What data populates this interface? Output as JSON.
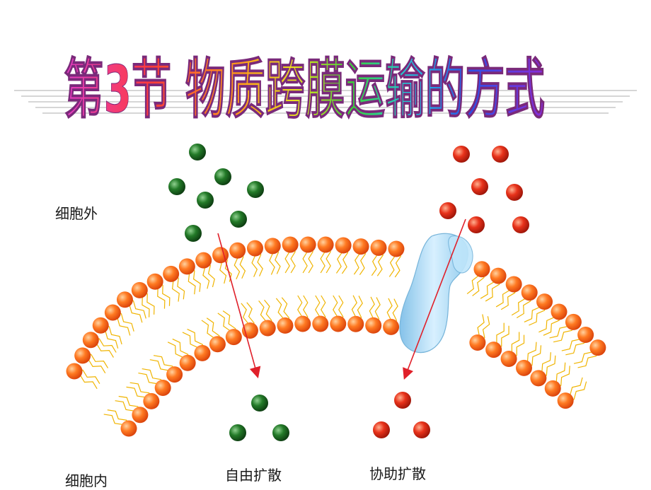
{
  "title": "第3节 物质跨膜运输的方式",
  "labels": {
    "outside": "细胞外",
    "inside": "细胞内",
    "free_diffusion": "自由扩散",
    "facilitated_diffusion": "协助扩散"
  },
  "colors": {
    "head": "#ff6a1a",
    "tail": "#f0b400",
    "green_molecule": "#1f6e24",
    "red_molecule": "#e22a12",
    "arrow": "#e0202a",
    "carrier_protein": "#9fd2f0"
  }
}
